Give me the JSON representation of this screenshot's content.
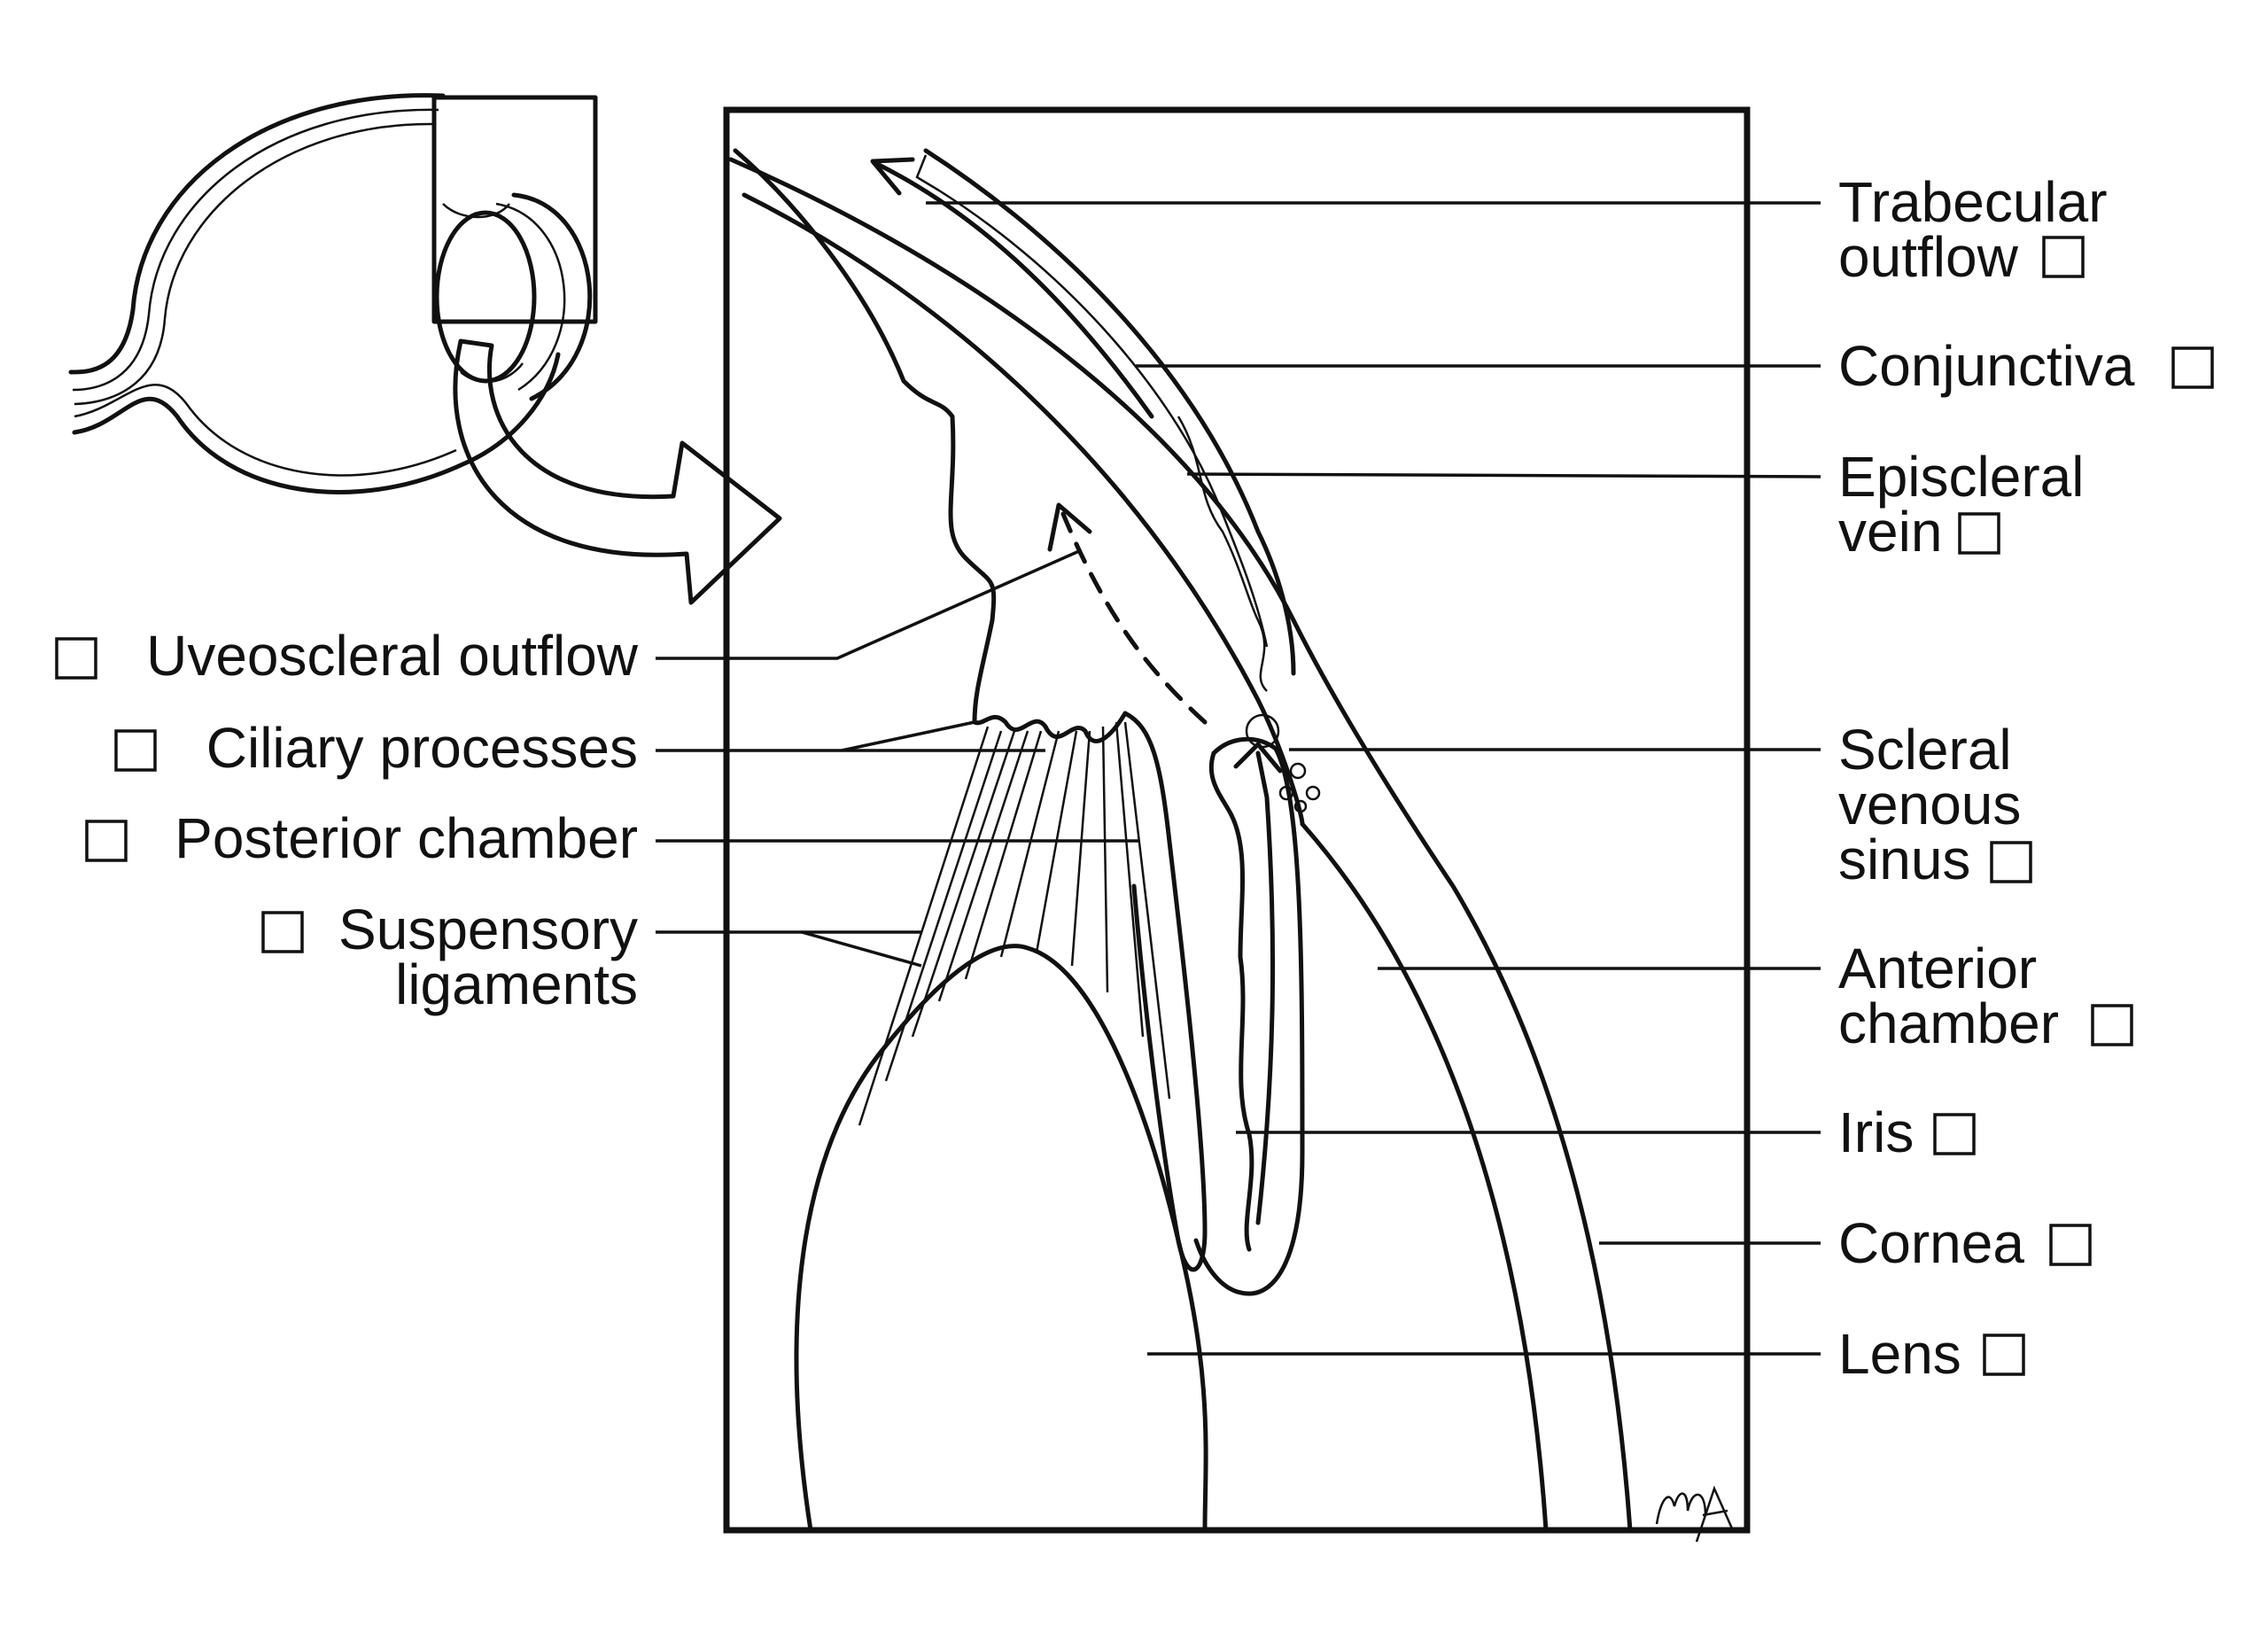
{
  "labels_right": [
    {
      "id": "trabecular",
      "lines": [
        "Trabecular",
        "outflow"
      ]
    },
    {
      "id": "conjunctiva",
      "lines": [
        "Conjunctiva"
      ]
    },
    {
      "id": "episcleral",
      "lines": [
        "Episcleral",
        "vein"
      ]
    },
    {
      "id": "scleral",
      "lines": [
        "Scleral",
        "venous",
        "sinus"
      ]
    },
    {
      "id": "anterior",
      "lines": [
        "Anterior",
        "chamber"
      ]
    },
    {
      "id": "iris",
      "lines": [
        "Iris"
      ]
    },
    {
      "id": "cornea",
      "lines": [
        "Cornea"
      ]
    },
    {
      "id": "lens",
      "lines": [
        "Lens"
      ]
    }
  ],
  "labels_left": [
    {
      "id": "uveoscleral",
      "lines": [
        "Uveoscleral outflow"
      ]
    },
    {
      "id": "ciliary",
      "lines": [
        "Ciliary processes"
      ]
    },
    {
      "id": "posterior",
      "lines": [
        "Posterior chamber"
      ]
    },
    {
      "id": "suspensory",
      "lines": [
        "Suspensory",
        "ligaments"
      ]
    }
  ],
  "signature": "MA",
  "colors": {
    "ink": "#111111",
    "background": "#ffffff"
  }
}
